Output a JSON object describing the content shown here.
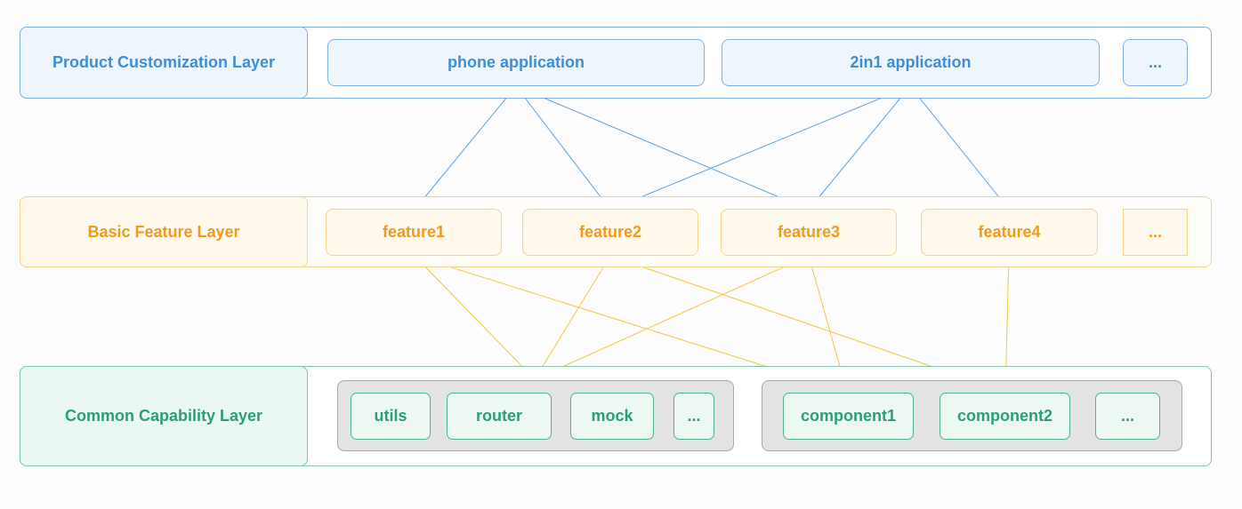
{
  "product_layer": {
    "label": "Product Customization Layer",
    "items": [
      "phone application",
      "2in1 application",
      "..."
    ]
  },
  "feature_layer": {
    "label": "Basic Feature Layer",
    "items": [
      "feature1",
      "feature2",
      "feature3",
      "feature4",
      "..."
    ]
  },
  "common_layer": {
    "label": "Common Capability Layer",
    "group1": [
      "utils",
      "router",
      "mock",
      "..."
    ],
    "group2": [
      "component1",
      "component2",
      "..."
    ]
  },
  "colors": {
    "product": "#3e8fd8",
    "feature": "#f29a1c",
    "common": "#2aa076",
    "blue_edge": "#5aa2e0",
    "yellow_edge": "#f7c63c"
  }
}
